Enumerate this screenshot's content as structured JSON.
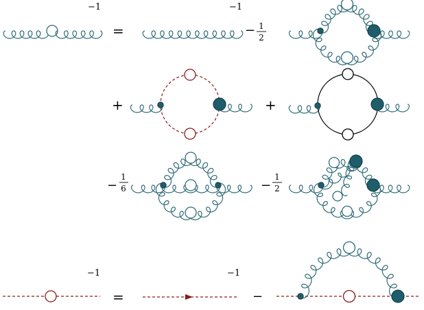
{
  "colors": {
    "gluon": "#2f6b78",
    "ghost": "#8a1a1a",
    "fermion": "#000000",
    "blob_fill": "#1f5d6b",
    "blob_stroke": "#123f49",
    "open_vertex": "#ffffff"
  },
  "symbols": {
    "inverse_exponent": "−1",
    "equals": "=",
    "plus": "+",
    "minus": "−",
    "one": "1",
    "two": "2",
    "six": "6"
  },
  "equations": [
    {
      "name": "gluon-propagator-dse",
      "lhs": "full gluon propagator (inverse)",
      "rhs_terms": [
        {
          "sign": "",
          "coefficient": "",
          "diagram": "bare gluon propagator (inverse)"
        },
        {
          "sign": "−",
          "coefficient": "1/2",
          "diagram": "gluon loop"
        },
        {
          "sign": "+",
          "coefficient": "",
          "diagram": "ghost loop"
        },
        {
          "sign": "+",
          "coefficient": "",
          "diagram": "quark loop"
        },
        {
          "sign": "−",
          "coefficient": "1/6",
          "diagram": "gluon sunset"
        },
        {
          "sign": "−",
          "coefficient": "1/2",
          "diagram": "gluon squint"
        }
      ]
    },
    {
      "name": "ghost-propagator-dse",
      "lhs": "full ghost propagator (inverse)",
      "rhs_terms": [
        {
          "sign": "",
          "coefficient": "",
          "diagram": "bare ghost propagator (inverse)"
        },
        {
          "sign": "−",
          "coefficient": "",
          "diagram": "ghost self-energy with gluon"
        }
      ]
    }
  ]
}
